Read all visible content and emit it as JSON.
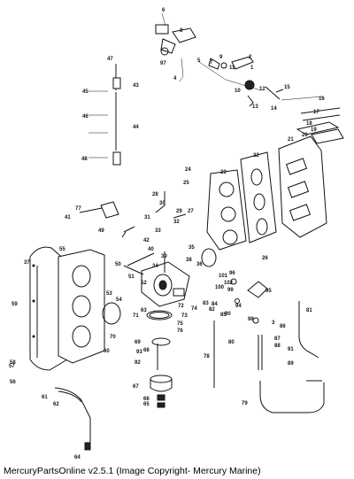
{
  "caption": "MercuryPartsOnline v2.5.1 (Image Copyright- Mercury Marine)",
  "callouts": [
    "1",
    "2",
    "3",
    "4",
    "5",
    "6",
    "7",
    "8",
    "9",
    "10",
    "11",
    "12",
    "13",
    "14",
    "15",
    "16",
    "17",
    "18",
    "19",
    "20",
    "21",
    "22",
    "23",
    "24",
    "25",
    "26",
    "27",
    "28",
    "29",
    "30",
    "31",
    "32",
    "33",
    "34",
    "35",
    "36",
    "37",
    "38",
    "39",
    "40",
    "41",
    "42",
    "43",
    "44",
    "45",
    "46",
    "47",
    "48",
    "49",
    "50",
    "51",
    "52",
    "53",
    "54",
    "55",
    "56",
    "57",
    "58",
    "59",
    "60",
    "61",
    "62",
    "63",
    "64",
    "65",
    "66",
    "67",
    "68",
    "69",
    "70",
    "71",
    "72",
    "73",
    "74",
    "75",
    "76",
    "77",
    "78",
    "79",
    "80",
    "81",
    "82",
    "83",
    "84",
    "85",
    "86",
    "87",
    "88",
    "89",
    "90",
    "91",
    "92",
    "93",
    "94",
    "95",
    "96",
    "97",
    "98",
    "99",
    "100",
    "101",
    "102"
  ]
}
